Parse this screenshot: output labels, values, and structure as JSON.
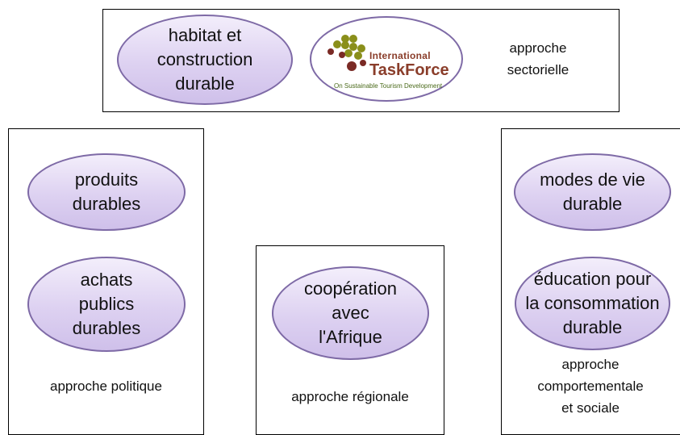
{
  "sectoral": {
    "oval_text": "habitat et\nconstruction\ndurable",
    "caption": "approche\nsectorielle",
    "logo": {
      "line1": "International",
      "line2": "TaskForce",
      "tagline": "On Sustainable Tourism Development",
      "colors": {
        "cube_olive": "#8a8f1a",
        "cube_maroon": "#7a2a25",
        "text": "#8a3d2a"
      }
    }
  },
  "political": {
    "ovals": [
      "produits\ndurables",
      "achats\npublics\ndurables"
    ],
    "caption": "approche politique"
  },
  "regional": {
    "oval_text": "coopération\navec\nl'Afrique",
    "caption": "approche régionale"
  },
  "behavioral": {
    "ovals": [
      "modes de vie\ndurable",
      "éducation pour\nla consommation\ndurable"
    ],
    "caption": "approche\ncomportementale\net sociale"
  },
  "colors": {
    "oval_fill": "#ddd1f1",
    "oval_border": "#7e6aa6"
  }
}
